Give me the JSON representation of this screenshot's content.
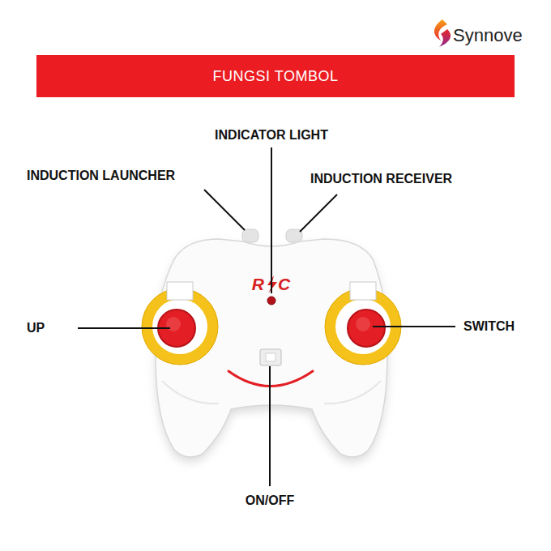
{
  "diagram": {
    "title": "FUNGSI TOMBOL",
    "labels": [
      "Synnove",
      "INDICATOR LIGHT",
      "INDUCTION LAUNCHER",
      "INDUCTION RECEIVER",
      "UP",
      "SWITCH",
      "ON/OFF",
      "R",
      "C"
    ]
  }
}
